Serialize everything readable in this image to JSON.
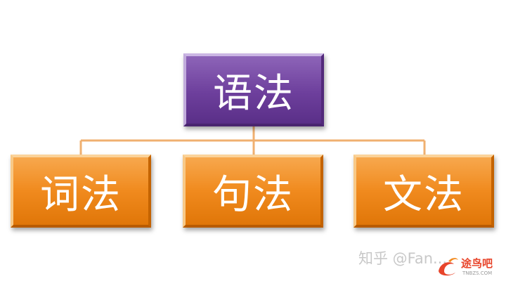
{
  "diagram": {
    "root": {
      "label": "语法"
    },
    "children": [
      {
        "label": "词法"
      },
      {
        "label": "句法"
      },
      {
        "label": "文法"
      }
    ]
  },
  "colors": {
    "root_fill": "#6d3f9c",
    "child_fill": "#f08a1e",
    "connector": "#f0b070",
    "watermark": "#c8c8c8"
  },
  "watermark": {
    "text": "知乎 @Fan..."
  },
  "logo": {
    "name": "途鸟吧",
    "sub": "TNBZS.COM",
    "icon": "tuniao-logo-icon"
  }
}
